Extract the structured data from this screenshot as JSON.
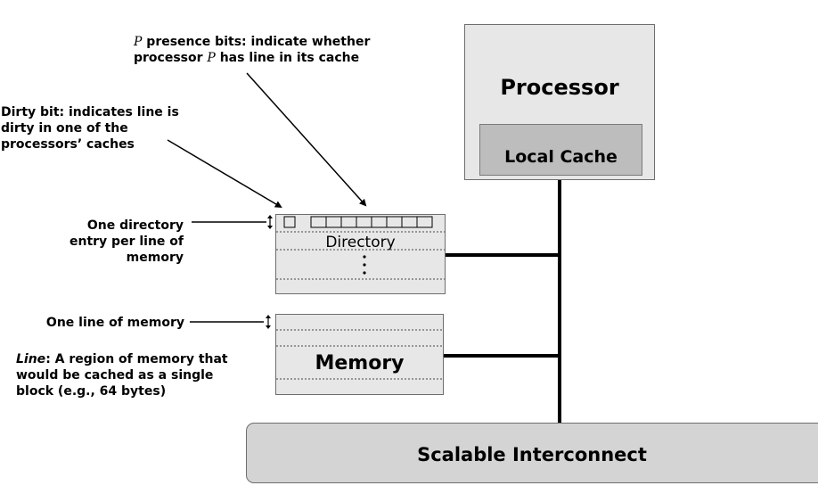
{
  "processor": {
    "label": "Processor",
    "cache_label": "Local Cache"
  },
  "directory": {
    "label": "Directory",
    "presence_bit_count": 8
  },
  "memory": {
    "label": "Memory"
  },
  "interconnect": {
    "label": "Scalable Interconnect"
  },
  "annotations": {
    "presence": {
      "var": "P",
      "line1_rest": " presence bits: indicate whether",
      "line2_pre": "processor ",
      "line2_var": "P",
      "line2_post": " has line in its cache"
    },
    "dirty": {
      "line1": "Dirty bit: indicates line is",
      "line2": "dirty in one of the",
      "line3": "processors’ caches"
    },
    "entry": {
      "line1": "One directory",
      "line2": "entry per line of",
      "line3": "memory"
    },
    "memline": {
      "text": "One line of memory"
    },
    "definition": {
      "term": "Line",
      "rest1": ": A region of memory that",
      "line2": "would be cached as a single",
      "line3": "block (e.g., 64 bytes)"
    }
  },
  "colors": {
    "box_fill": "#e7e7e7",
    "cache_fill": "#bdbdbd",
    "interconnect_fill": "#d4d4d4",
    "bus": "#000000"
  }
}
